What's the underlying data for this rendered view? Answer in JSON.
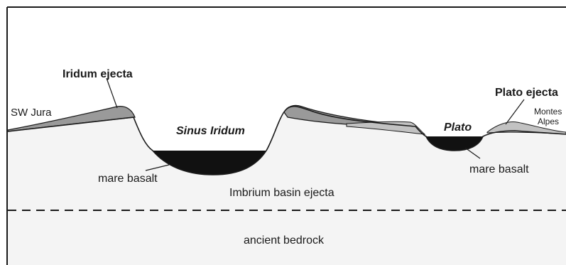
{
  "labels": {
    "sw_jura": "SW Jura",
    "iridum_ejecta": "Iridum ejecta",
    "sinus_iridum": "Sinus Iridum",
    "mare_basalt_left": "mare basalt",
    "imbrium_basin_ejecta": "Imbrium basin ejecta",
    "ancient_bedrock": "ancient bedrock",
    "plato": "Plato",
    "plato_ejecta": "Plato ejecta",
    "mare_basalt_right": "mare basalt",
    "montes": "Montes",
    "alpes": "Alpes"
  },
  "colors": {
    "background": "#ffffff",
    "bedrock_fill": "#f3f3f3",
    "ejecta_fill": "#f5f5f5",
    "iridum_ejecta_fill": "#9a9a9a",
    "plato_ejecta_fill": "#c2c2c2",
    "mare_basalt_fill": "#111111",
    "outline": "#1a1a1a"
  }
}
